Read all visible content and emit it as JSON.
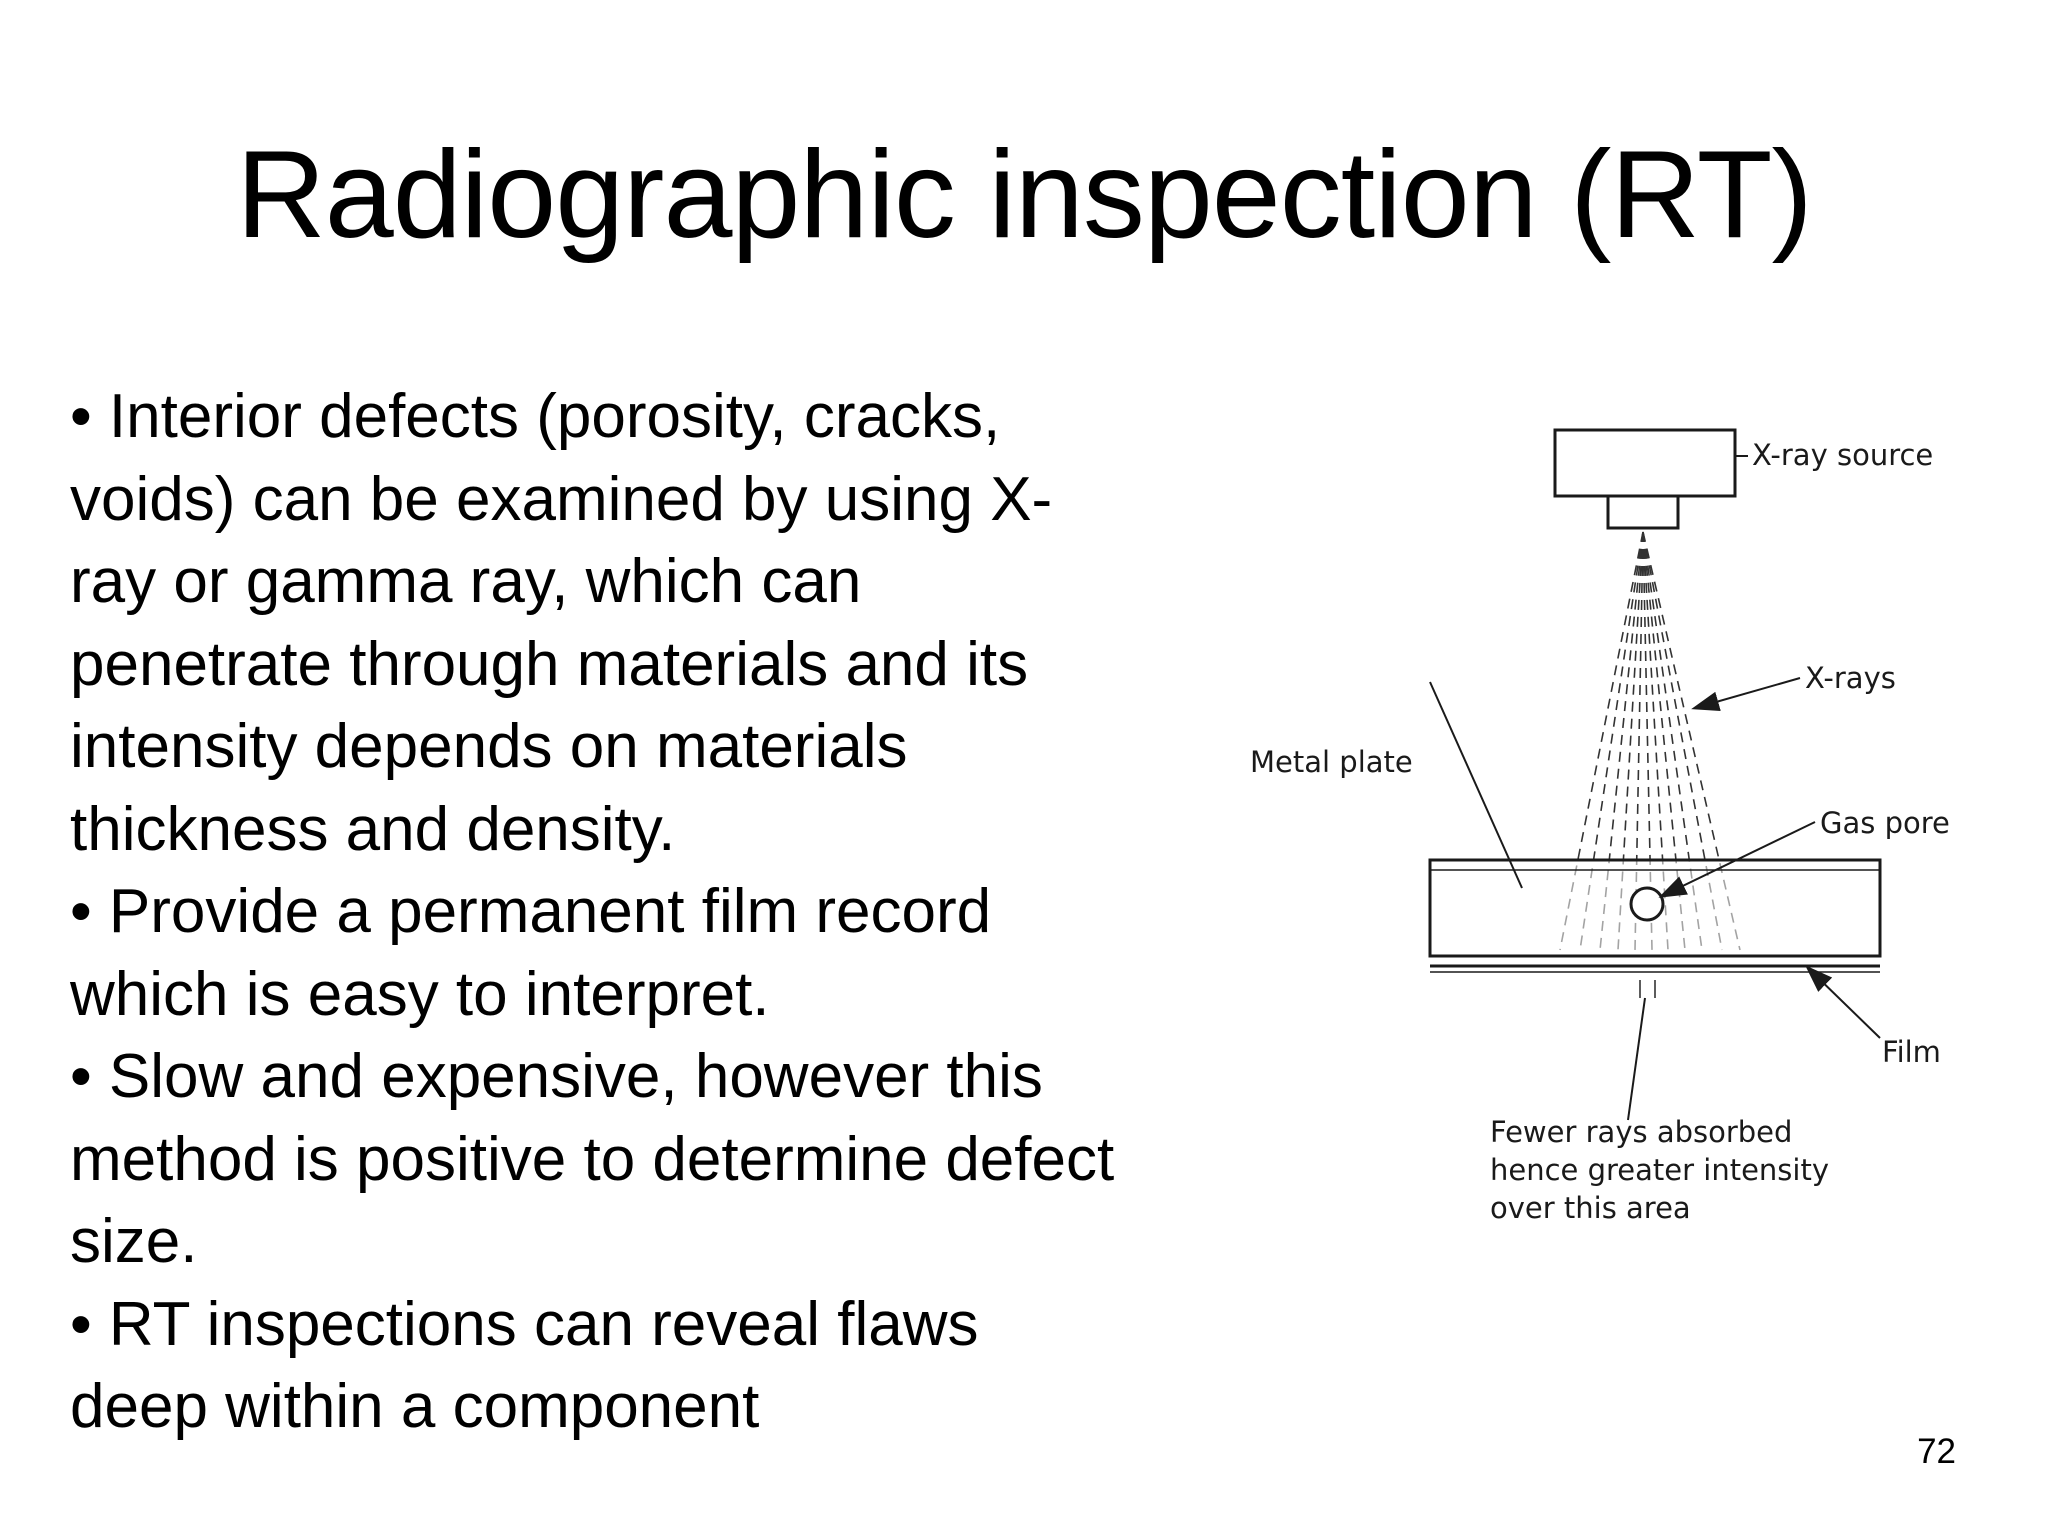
{
  "slide": {
    "title": "Radiographic inspection (RT)",
    "body_lines": [
      "• Interior defects (porosity, cracks,",
      "voids) can be examined by using X-",
      "ray or gamma ray, which can",
      "penetrate through materials and its",
      "intensity depends on materials",
      "thickness and density.",
      "• Provide a permanent film record",
      "which is easy to interpret.",
      "• Slow and expensive, however this",
      "method is positive to determine defect",
      "size.",
      "• RT inspections can reveal flaws",
      "deep within  a component"
    ],
    "page_number": "72"
  },
  "figure": {
    "labels": {
      "xray_source": "X-ray source",
      "xrays": "X-rays",
      "metal_plate": "Metal plate",
      "gas_pore": "Gas pore",
      "film": "Film",
      "fewer_rays_line1": "Fewer rays absorbed",
      "fewer_rays_line2": "hence greater intensity",
      "fewer_rays_line3": "over this area"
    }
  }
}
